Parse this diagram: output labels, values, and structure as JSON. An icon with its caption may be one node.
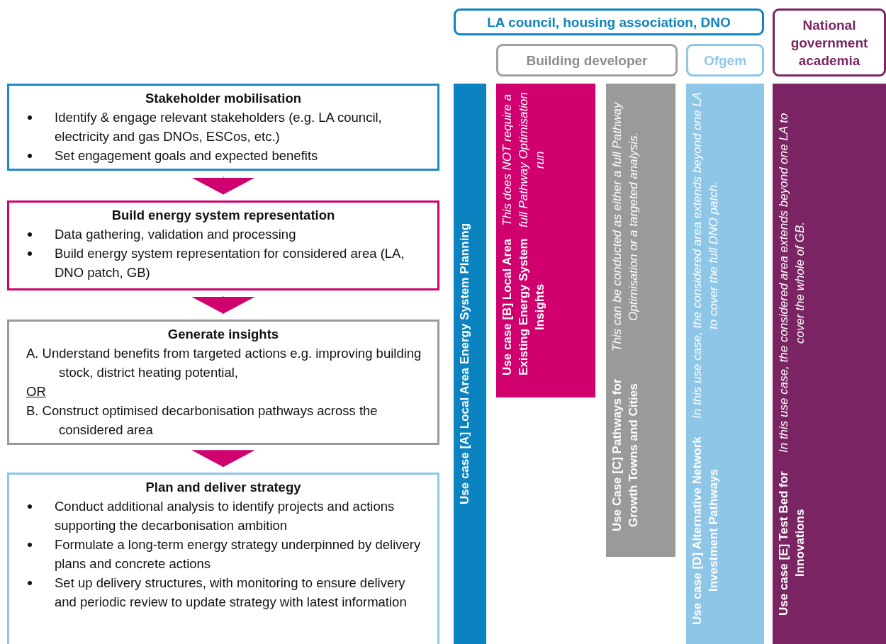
{
  "diagram": {
    "nodes": [
      {
        "text": [
          "Stakeholder mobilisation",
          "Identify & engage relevant stakeholders (e.g. LA council, electricity and gas DNOs, ESCos, etc.)",
          "Set engagement goals and expected benefits"
        ]
      },
      {
        "text": [
          "Build energy system representation",
          "Data gathering, validation and processing",
          "Build energy system representation for considered area (LA, DNO patch, GB)"
        ]
      },
      {
        "text": [
          "Generate insights",
          "A. Understand benefits from targeted actions e.g. improving building stock, district heating potential,",
          "OR",
          "B. Construct optimised decarbonisation pathways across the considered area"
        ]
      },
      {
        "text": [
          "Plan and deliver strategy",
          "Conduct additional analysis to identify projects and actions supporting the decarbonisation ambition",
          "Formulate a long-term energy strategy underpinned by delivery plans and concrete actions",
          "Set up delivery structures, with monitoring to ensure delivery and periodic review to update strategy with latest information"
        ]
      },
      {
        "text": [
          "LA council, housing association, DNO"
        ]
      },
      {
        "text": [
          "Building developer"
        ]
      },
      {
        "text": [
          "Ofgem"
        ]
      },
      {
        "text": [
          "National government academia"
        ]
      },
      {
        "text": [
          "Use case [A] Local Area Energy System Planning"
        ]
      },
      {
        "text": [
          "Use case [B] Local Area Existing Energy System Insights",
          "This does NOT require a full Pathway Optimisation run"
        ]
      },
      {
        "text": [
          "Use Case [C] Pathways for Growth Towns and Cities",
          "This can be conducted as either a full Pathway Optimisation or a targeted analysis."
        ]
      },
      {
        "text": [
          "Use case [D] Alternative Network Investment Pathways",
          "In this use case, the considered area extends beyond one LA to cover the full DNO patch."
        ]
      },
      {
        "text": [
          "Use case [E] Test Bed for Innovations",
          "In this use case, the considered area extends beyond one LA to cover the whole of GB."
        ]
      }
    ],
    "edges": [
      {
        "from": 0,
        "to": 1,
        "arrow": "to"
      },
      {
        "from": 1,
        "to": 2,
        "arrow": "to"
      },
      {
        "from": 2,
        "to": 3,
        "arrow": "to"
      }
    ]
  }
}
